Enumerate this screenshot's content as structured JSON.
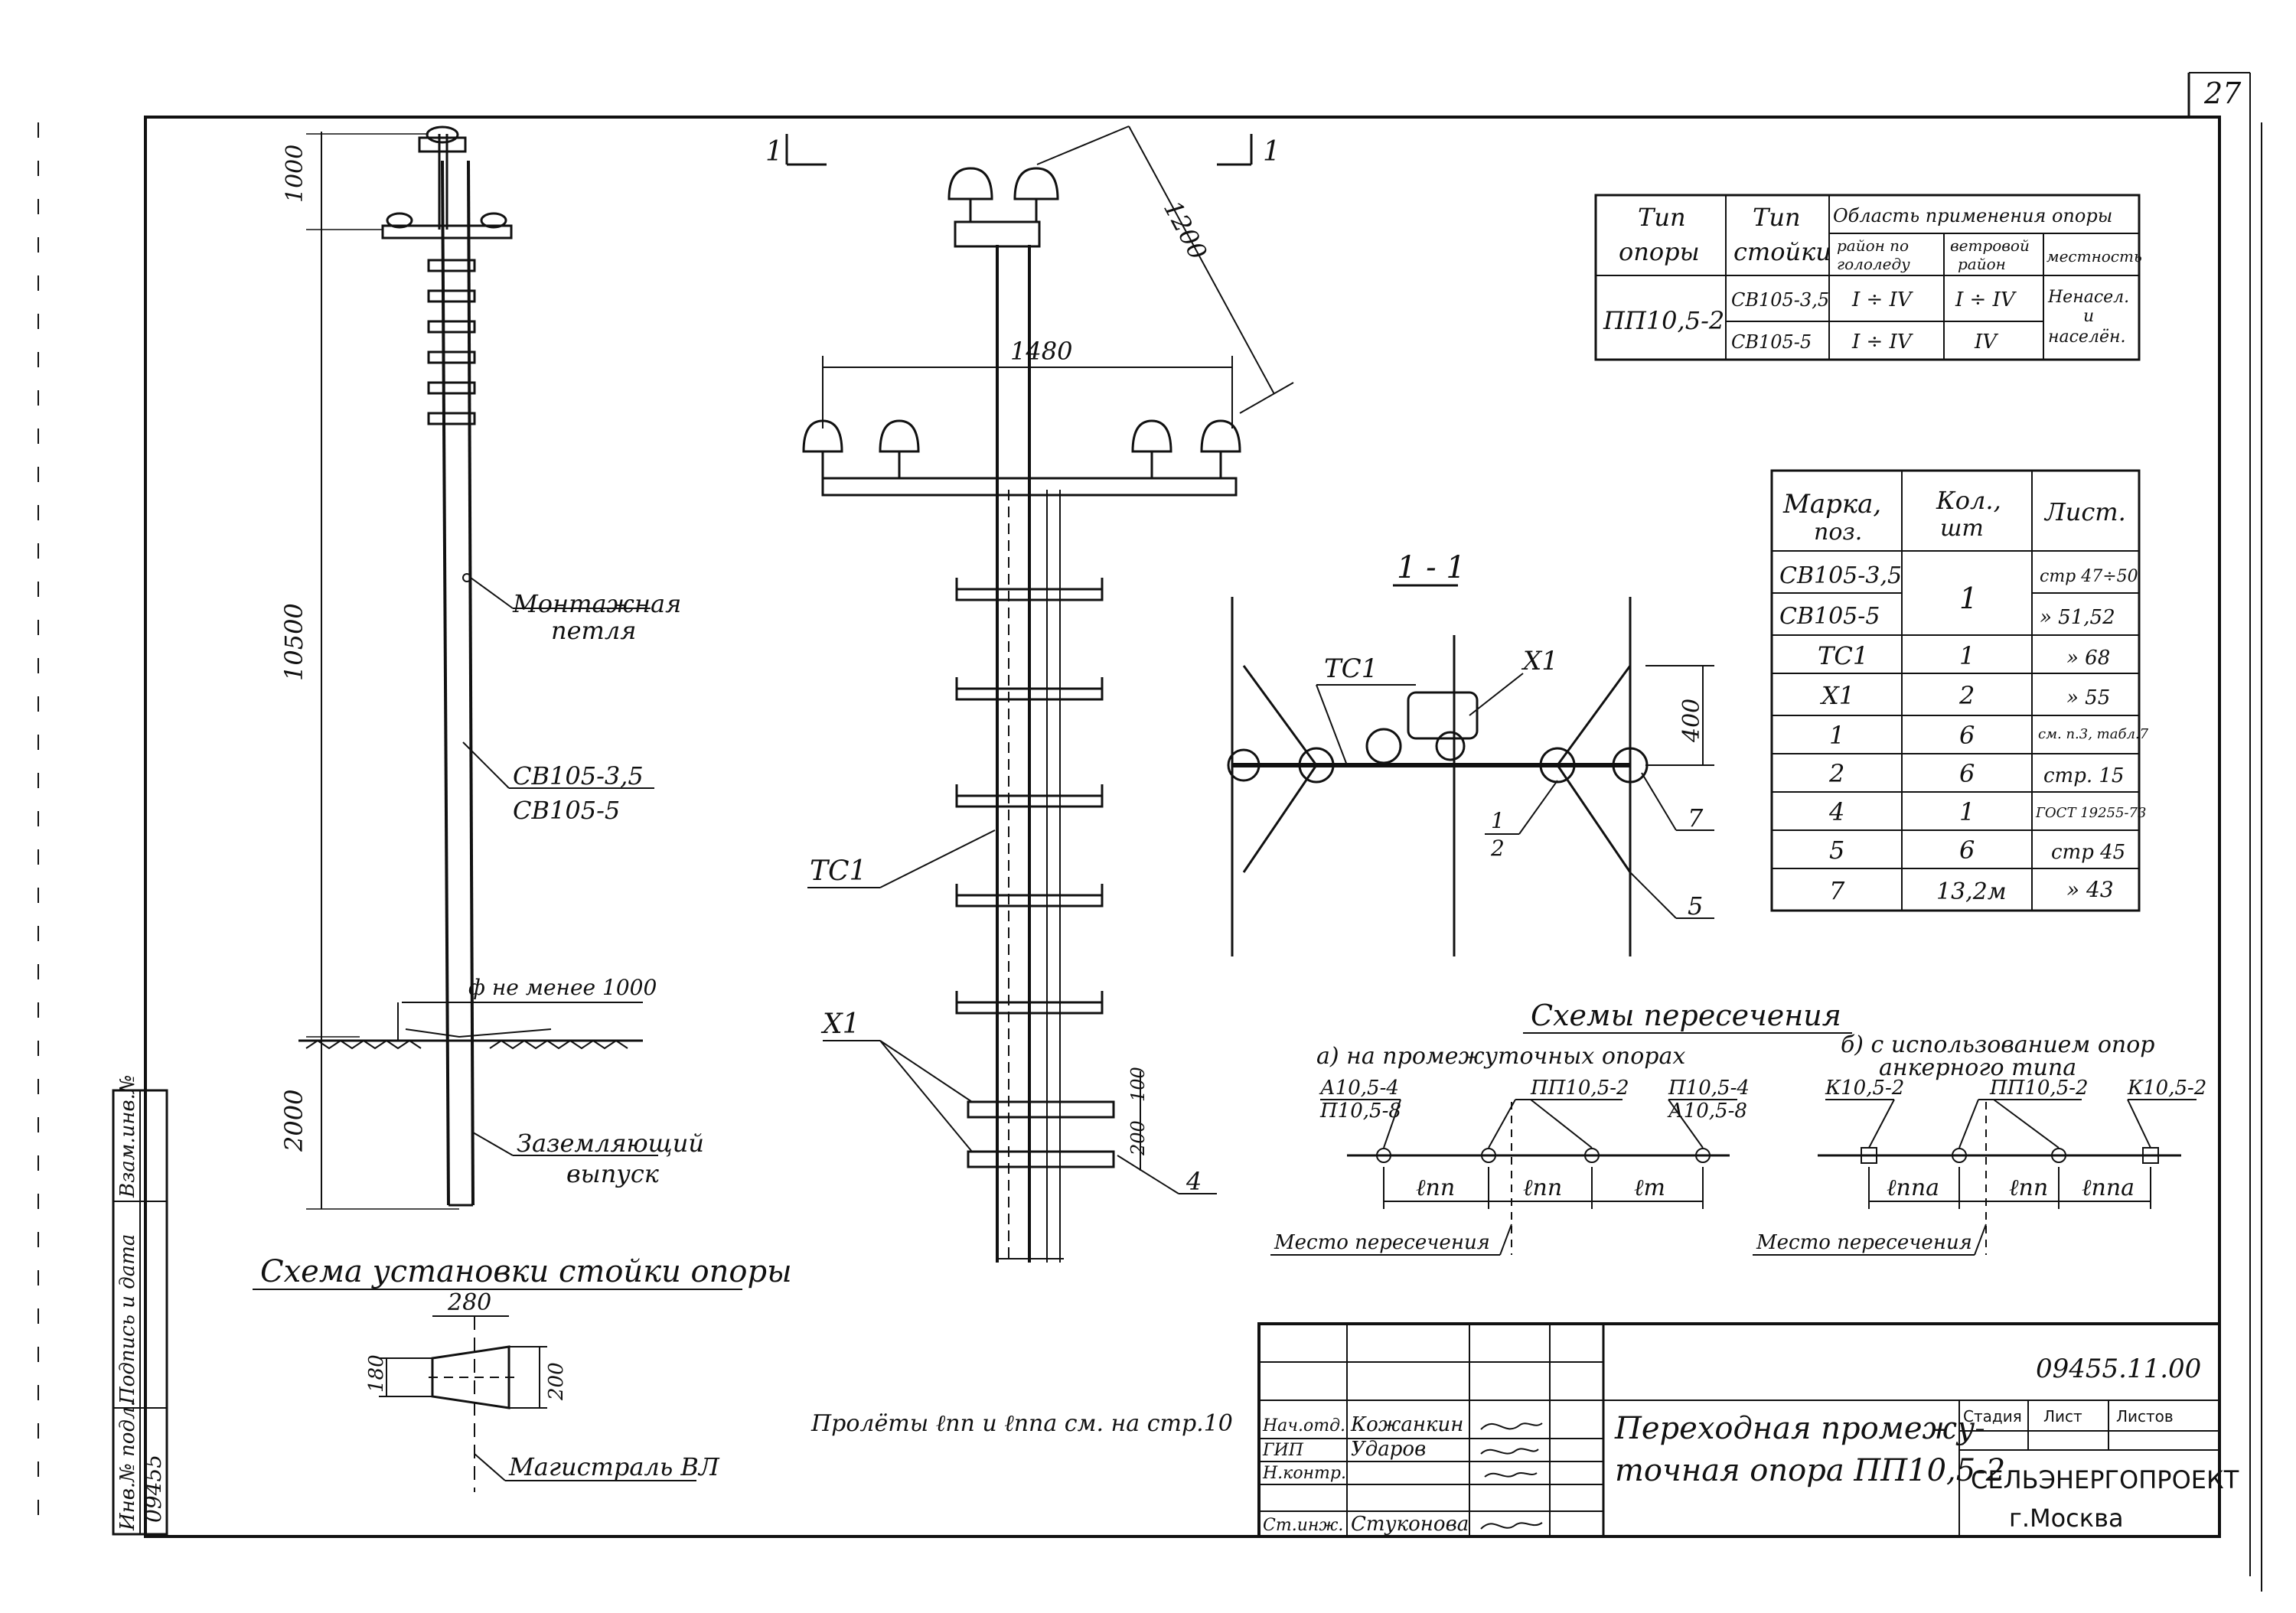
{
  "sheet": {
    "page_number": "27",
    "doc_code": "09455.11.00",
    "title_line1": "Переходная промежу-",
    "title_line2": "точная опора ПП10,5-2",
    "org_name": "СЕЛЬЭНЕРГОПРОЕКТ",
    "org_city": "г.Москва",
    "stage_label": "Стадия",
    "sheet_label": "Лист",
    "sheets_label": "Листов",
    "signers": [
      {
        "role": "Нач.отд.",
        "name": "Кожанкин"
      },
      {
        "role": "ГИП",
        "name": "Ударов"
      },
      {
        "role": "Н.контр.",
        "name": ""
      },
      {
        "role": "Ст.инж.",
        "name": "Стуконова"
      }
    ],
    "side_stamp": {
      "inv_no": "Инв.№ подл.",
      "sign_date": "Подпись и дата",
      "replace_inv": "Взам.инв.№",
      "inv_value": "09455"
    }
  },
  "type_table": {
    "h_type": "Тип опоры",
    "h_type_l1": "Тип",
    "h_type_l2": "опоры",
    "h_rack_l1": "Тип",
    "h_rack_l2": "стойки",
    "h_area": "Область применения опоры",
    "h_ice_l1": "район по",
    "h_ice_l2": "гололеду",
    "h_wind_l1": "ветровой",
    "h_wind_l2": "район",
    "h_loc": "местность",
    "pole_type": "ПП10,5-2",
    "rows": [
      {
        "rack": "СВ105-3,5",
        "ice": "I ÷ IV",
        "wind": "I ÷ IV"
      },
      {
        "rack": "СВ105-5",
        "ice": "I ÷ IV",
        "wind": "IV"
      }
    ],
    "loc_l1": "Ненасел.",
    "loc_l2": "и",
    "loc_l3": "населён."
  },
  "parts_table": {
    "h_mark_l1": "Марка,",
    "h_mark_l2": "поз.",
    "h_qty_l1": "Кол.,",
    "h_qty_l2": "шт",
    "h_sheet": "Лист.",
    "rows": [
      {
        "mark": "СВ105-3,5",
        "qty": "",
        "sheet": "стр 47÷50"
      },
      {
        "mark": "СВ105-5",
        "qty": "1",
        "sheet": "» 51,52"
      },
      {
        "mark": "ТС1",
        "qty": "1",
        "sheet": "» 68"
      },
      {
        "mark": "Х1",
        "qty": "2",
        "sheet": "» 55"
      },
      {
        "mark": "1",
        "qty": "6",
        "sheet": "см. п.3, табл.7"
      },
      {
        "mark": "2",
        "qty": "6",
        "sheet": "стр. 15"
      },
      {
        "mark": "4",
        "qty": "1",
        "sheet": "ГОСТ 19255-73"
      },
      {
        "mark": "5",
        "qty": "6",
        "sheet": "стр 45"
      },
      {
        "mark": "7",
        "qty": "13,2м",
        "sheet": "» 43"
      }
    ]
  },
  "pole_view": {
    "dim_top": "1000",
    "dim_mid": "10500",
    "dim_bot": "2000",
    "label_loop_l1": "Монтажная",
    "label_loop_l2": "петля",
    "label_rack_l1": "СВ105-3,5",
    "label_rack_l2": "СВ105-5",
    "label_dia": "ф не менее 1000",
    "label_ground_l1": "Заземляющий",
    "label_ground_l2": "выпуск"
  },
  "front_view": {
    "section_mark": "1",
    "dim_span": "1480",
    "dim_diag": "1200",
    "label_tc1": "ТС1",
    "label_x1": "Х1",
    "dim_100": "100",
    "dim_200": "200",
    "label_4": "4"
  },
  "section_view": {
    "title": "1 - 1",
    "label_tc1": "ТС1",
    "label_x1": "Х1",
    "dim_400": "400",
    "label_1": "1",
    "label_2": "2",
    "label_7": "7",
    "label_5": "5"
  },
  "install_scheme": {
    "title": "Схема установки стойки опоры",
    "dim_280": "280",
    "dim_180": "180",
    "dim_200": "200",
    "label_main": "Магистраль ВЛ"
  },
  "crossing": {
    "title": "Схемы пересечения",
    "a_title": "а) на промежуточных опорах",
    "b_title_l1": "б) с использованием опор",
    "b_title_l2": "анкерного типа",
    "a_left_l1": "А10,5-4",
    "a_left_l2": "П10,5-8",
    "a_mid": "ПП10,5-2",
    "a_right_l1": "П10,5-4",
    "a_right_l2": "А10,5-8",
    "span_pp": "ℓпп",
    "span_pa": "ℓппа",
    "span_lm": "ℓт",
    "b_left": "К10,5-2",
    "b_mid": "ПП10,5-2",
    "b_right": "К10,5-2",
    "place": "Место пересечения",
    "note": "Пролёты ℓпп и ℓппа см. на стр.10"
  }
}
